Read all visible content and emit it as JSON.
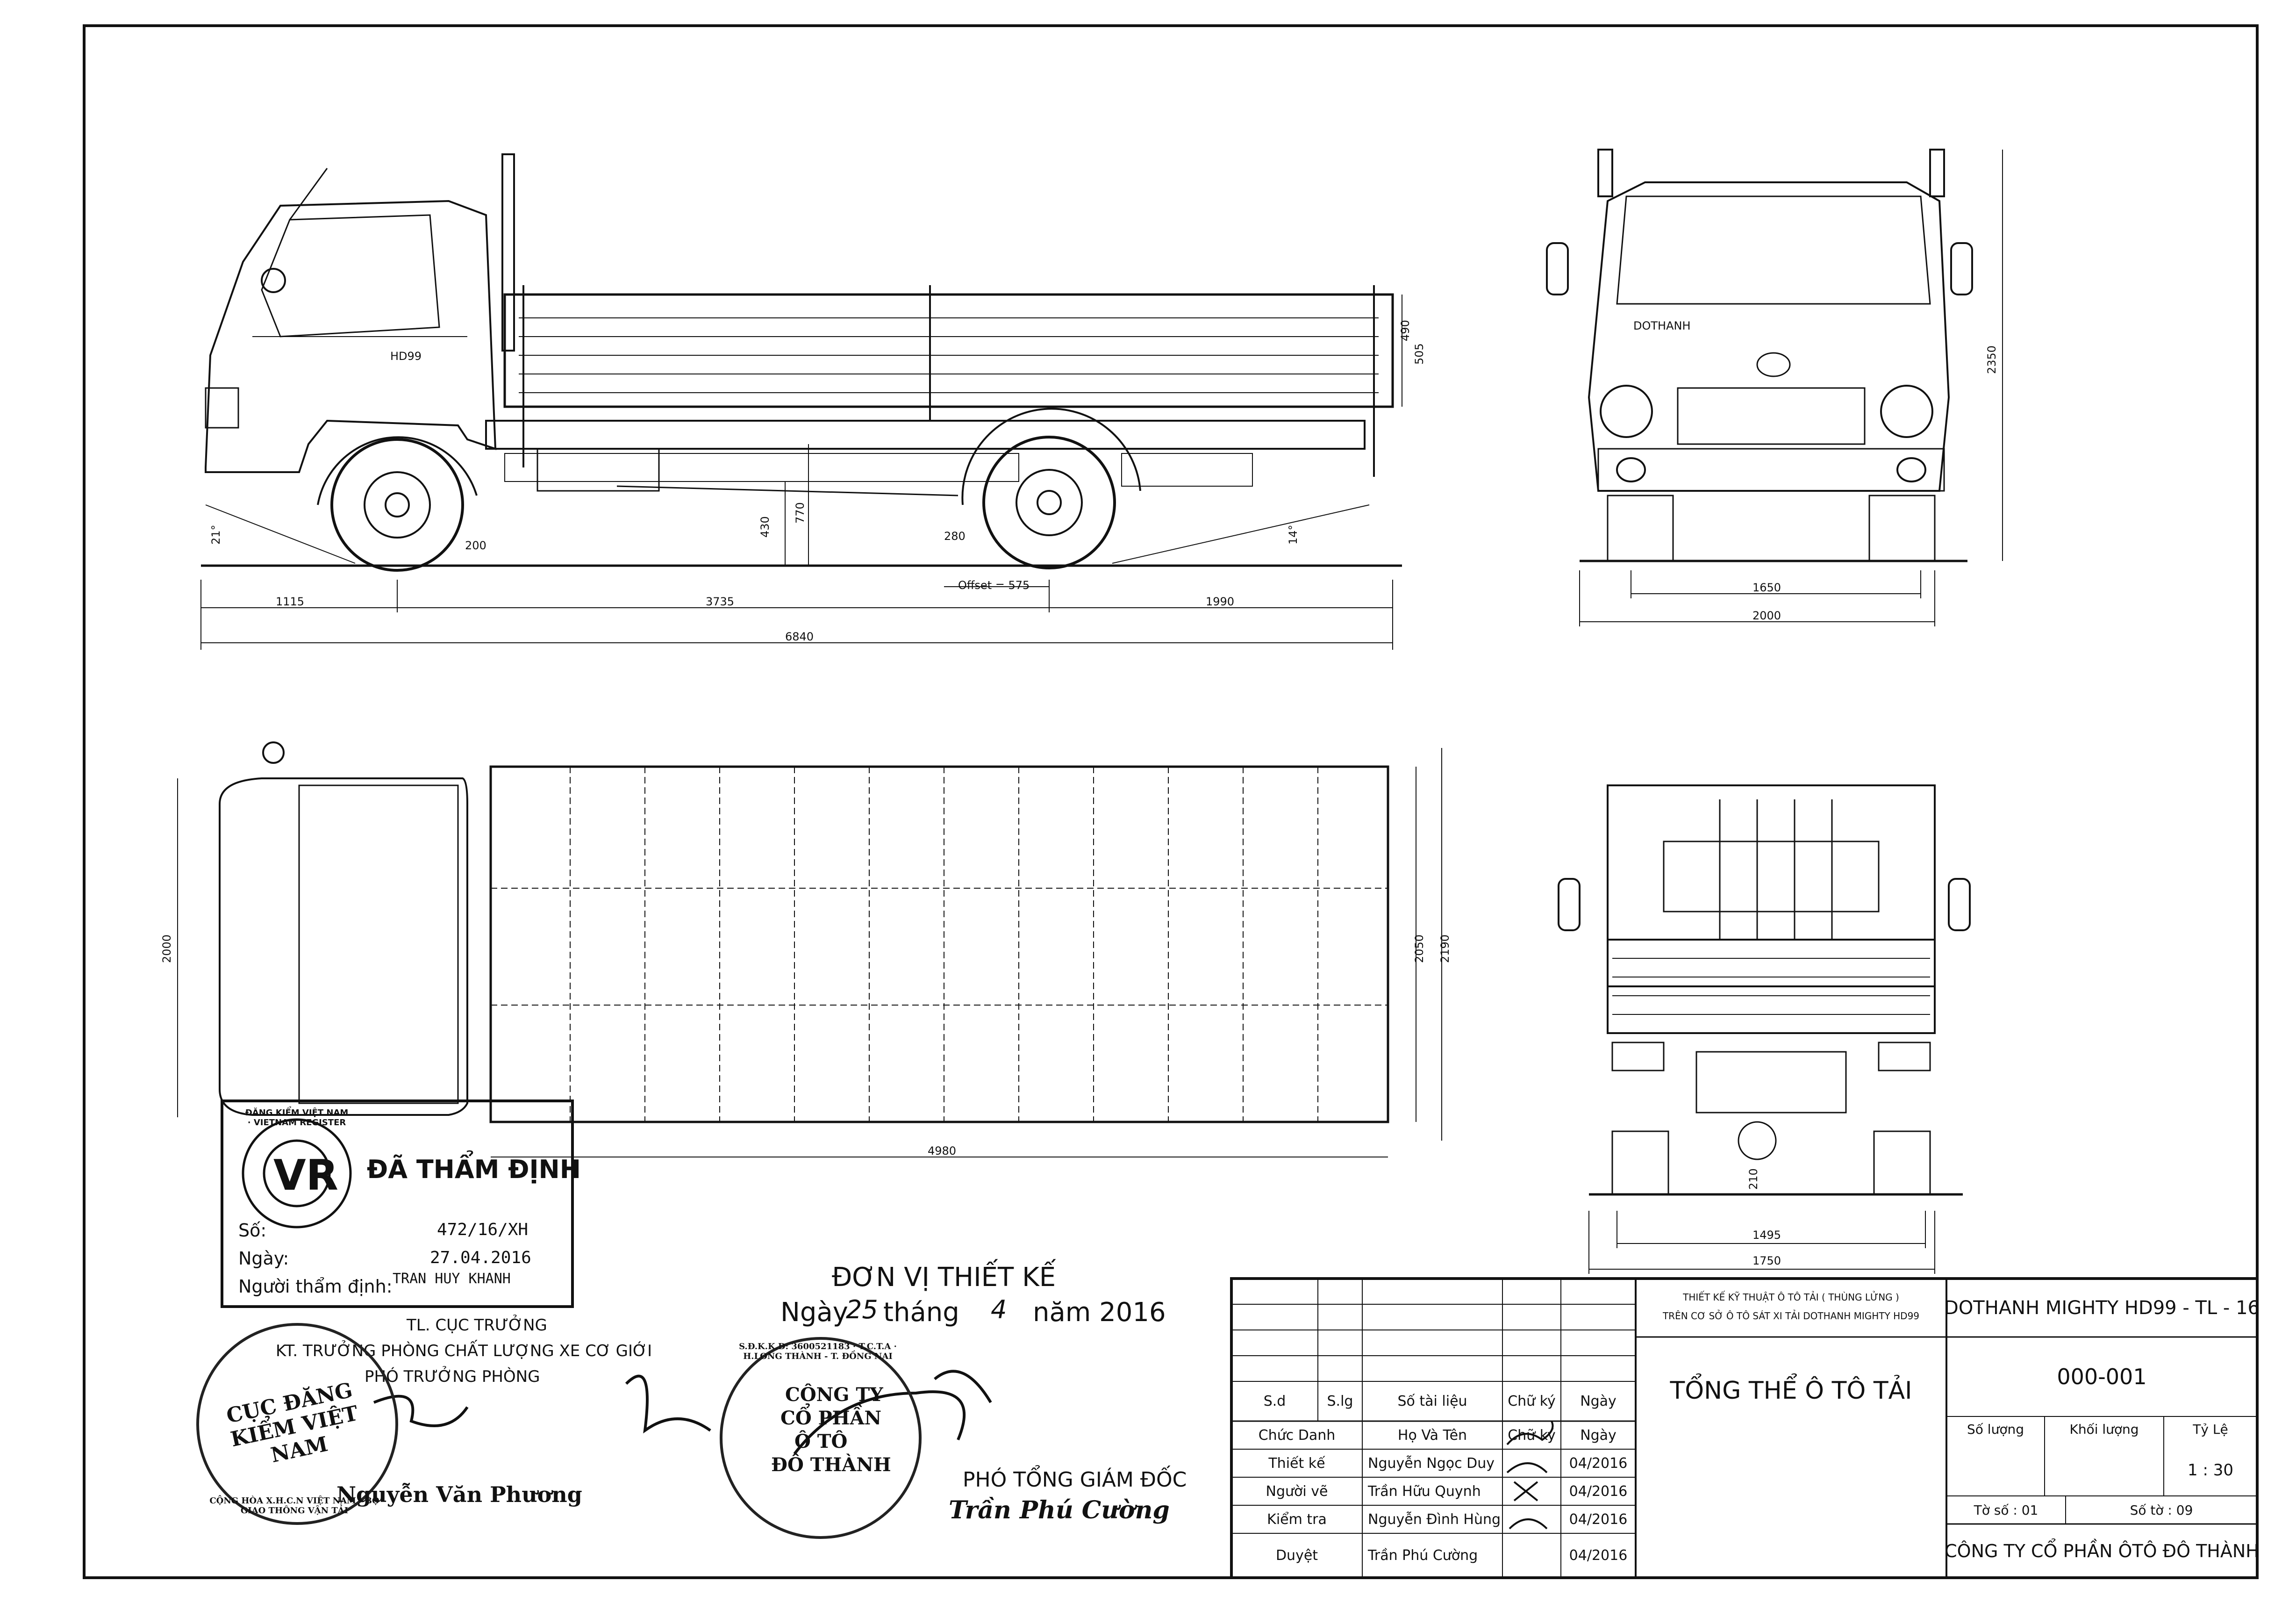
{
  "side_view": {
    "model_badge": "HD99",
    "angle_front": "21°",
    "angle_rear": "14°",
    "dims": {
      "d200": "200",
      "d430": "430",
      "d770": "770",
      "d280": "280",
      "offset": "Offset = 575",
      "d1115": "1115",
      "d3735": "3735",
      "d1990": "1990",
      "d6840": "6840",
      "d490": "490",
      "d505": "505"
    }
  },
  "front_view": {
    "brand": "DOTHANH",
    "dims": {
      "d2350": "2350",
      "d1650": "1650",
      "d2000": "2000"
    }
  },
  "top_view": {
    "dims": {
      "d2000": "2000",
      "d2050": "2050",
      "d2190": "2190",
      "d4980": "4980"
    }
  },
  "rear_view": {
    "dims": {
      "d210": "210",
      "d1495": "1495",
      "d1750": "1750"
    }
  },
  "approval_stamp": {
    "title": "ĐÃ THẨM ĐỊNH",
    "logo_ring": "ĐĂNG KIỂM VIỆT NAM · VIETNAM REGISTER",
    "logo": "VR",
    "so_label": "Số:",
    "so_value": "472/16/XH",
    "ngay_label": "Ngày:",
    "ngay_value": "27.04.2016",
    "inspector_label": "Người thẩm định:",
    "inspector_value": "TRAN HUY KHANH"
  },
  "authority": {
    "line1": "TL. CỤC TRƯỞNG",
    "line2": "KT. TRƯỞNG PHÒNG CHẤT LƯỢNG XE CƠ GIỚI",
    "line3": "PHÓ TRƯỞNG PHÒNG",
    "seal_center": "CỤC ĐĂNG KIỂM VIỆT NAM",
    "seal_ring": "CỘNG HÒA X.H.C.N VIỆT NAM · BỘ GIAO THÔNG VẬN TẢI",
    "signer": "Nguyễn Văn Phương"
  },
  "designer": {
    "title": "ĐƠN VỊ THIẾT KẾ",
    "date_prefix": "Ngày",
    "day": "25",
    "thang": "tháng",
    "month": "4",
    "year": "năm 2016",
    "seal_center_1": "CÔNG TY",
    "seal_center_2": "CỔ PHẦN",
    "seal_center_3": "Ô TÔ",
    "seal_center_4": "ĐÔ THÀNH",
    "seal_ring": "S.Đ.K.K.D: 3600521183 · T.C.T.A · H.LONG THÀNH - T. ĐỒNG NAI",
    "role": "PHÓ TỔNG GIÁM ĐỐC",
    "signer": "Trần Phú Cường"
  },
  "title_block": {
    "headers": {
      "sd": "S.d",
      "slg": "S.lg",
      "so_tai_lieu": "Số tài liệu",
      "chu_ky": "Chữ ký",
      "ngay": "Ngày"
    },
    "sub_headers": {
      "chuc_danh": "Chức Danh",
      "ho_va_ten": "Họ Và Tên",
      "chu_ky": "Chữ ký",
      "ngay": "Ngày"
    },
    "rows": [
      {
        "role": "Thiết kế",
        "name": "Nguyễn Ngọc Duy",
        "date": "04/2016"
      },
      {
        "role": "Người vẽ",
        "name": "Trần Hữu Quynh",
        "date": "04/2016"
      },
      {
        "role": "Kiểm tra",
        "name": "Nguyễn Đình Hùng",
        "date": "04/2016"
      },
      {
        "role": "Duyệt",
        "name": "Trần Phú Cường",
        "date": "04/2016"
      }
    ],
    "design_line1": "THIẾT KẾ KỸ THUẬT Ô TÔ TẢI ( THÙNG LỬNG )",
    "design_line2": "TRÊN CƠ SỞ Ô TÔ SÁT XI TẢI DOTHANH MIGHTY HD99",
    "drawing_title": "TỔNG THỂ Ô TÔ TẢI",
    "model": "DOTHANH MIGHTY HD99 - TL - 16",
    "drawing_no": "000-001",
    "so_luong": "Số lượng",
    "khoi_luong": "Khối lượng",
    "ty_le": "Tỷ Lệ",
    "scale": "1 : 30",
    "to_so": "Tờ số  :  01",
    "so_to": "Số tờ  :  09",
    "company": "CÔNG TY CỔ PHẦN ÔTÔ ĐÔ THÀNH"
  }
}
